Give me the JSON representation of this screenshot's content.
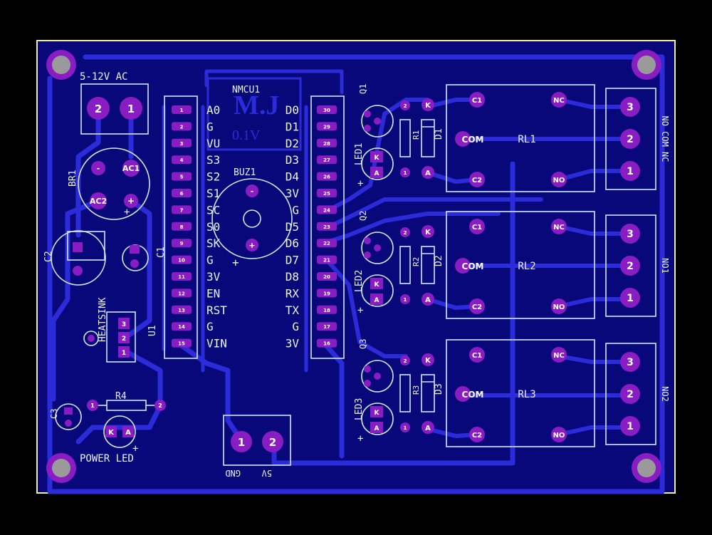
{
  "colors": {
    "background": "#000000",
    "board": "#08087a",
    "trace": "#2c2bd9",
    "pad": "#8a1cc4",
    "silkscreen": "#cfe9f2",
    "outline": "#f2f0a0",
    "mount_hole": "#9a9a9a"
  },
  "labels": {
    "input_header": "5-12V AC",
    "nmcu": "NMCU1",
    "logo_big": "M.J",
    "logo_ver": "0.1V",
    "buzzer": "BUZ1",
    "bridge": "BR1",
    "ac1": "AC1",
    "ac2": "AC2",
    "c1": "C1",
    "c2": "C2",
    "c3": "C3",
    "heatsink": "HEATSINK",
    "u1": "U1",
    "r4": "R4",
    "power_led": "POWER LED",
    "gnd": "GND",
    "v5": "5V",
    "led1": "LED1",
    "led2": "LED2",
    "led3": "LED3",
    "q1": "Q1",
    "q2": "Q2",
    "q3": "Q3",
    "r1": "R1",
    "r2": "R2",
    "r3": "R3",
    "d1": "D1",
    "d2": "D2",
    "d3": "D3",
    "rl1": "RL1",
    "rl2": "RL2",
    "rl3": "RL3",
    "rl_c1": "C1",
    "rl_c2": "C2",
    "rl_com": "COM",
    "rl_nc": "NC",
    "rl_no": "NO",
    "term1": "NO   COM   NC",
    "term2": "NO1",
    "term3": "NO2",
    "pad_k": "K",
    "pad_a": "A",
    "pad1": "1",
    "pad2": "2",
    "pad3": "3",
    "plus": "+",
    "minus": "-"
  },
  "nmcu_left_pins": [
    "A0",
    "G",
    "VU",
    "S3",
    "S2",
    "S1",
    "SC",
    "S0",
    "SK",
    "G",
    "3V",
    "EN",
    "RST",
    "G",
    "VIN"
  ],
  "nmcu_right_pins": [
    "D0",
    "D1",
    "D2",
    "D3",
    "D4",
    "3V",
    "G",
    "D5",
    "D6",
    "D7",
    "D8",
    "RX",
    "TX",
    "G",
    "3V"
  ],
  "left_header_numbers": [
    "1",
    "2",
    "3",
    "4",
    "5",
    "6",
    "7",
    "8",
    "9",
    "10",
    "11",
    "12",
    "13",
    "14",
    "15"
  ],
  "right_header_numbers": [
    "30",
    "29",
    "28",
    "27",
    "26",
    "25",
    "24",
    "23",
    "22",
    "21",
    "20",
    "19",
    "18",
    "17",
    "16"
  ]
}
